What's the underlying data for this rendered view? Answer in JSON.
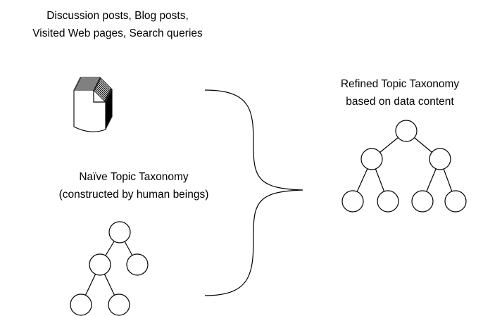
{
  "sources": {
    "line1": "Discussion posts, Blog posts,",
    "line2": "Visited Web pages, Search queries"
  },
  "naive_taxonomy": {
    "line1": "Naïve Topic Taxonomy",
    "line2": "(constructed by human beings)"
  },
  "refined_taxonomy": {
    "line1": "Refined  Topic Taxonomy",
    "line2": "based on data content"
  }
}
